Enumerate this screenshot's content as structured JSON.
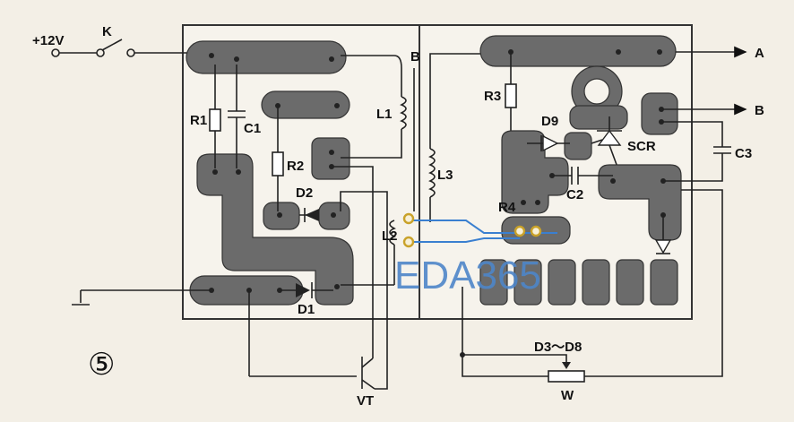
{
  "diagram": {
    "figure_number": "⑤",
    "watermark": "EDA365",
    "labels": {
      "supply": "+12V",
      "switch": "K",
      "r1": "R1",
      "c1": "C1",
      "r2": "R2",
      "d2": "D2",
      "d1": "D1",
      "l1": "L1",
      "l2": "L2",
      "l3": "L3",
      "b_top": "B",
      "r3": "R3",
      "d9": "D9",
      "scr": "SCR",
      "c2": "C2",
      "r4": "R4",
      "c3": "C3",
      "out_a": "A",
      "out_b": "B",
      "d3_d8": "D3～D8",
      "w": "W",
      "vt": "VT"
    },
    "colors": {
      "pad": "#6b6b6b",
      "trace": "#3a7fd0",
      "watermark": "#4e86c9"
    }
  }
}
